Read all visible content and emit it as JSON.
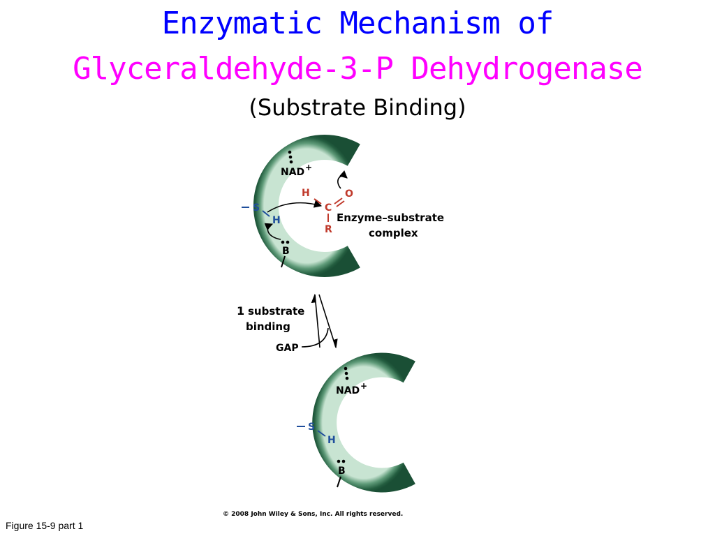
{
  "title": {
    "line1": "Enzymatic Mechanism of",
    "line2": "Glyceraldehyde-3-P Dehydrogenase",
    "subtitle": "(Substrate Binding)"
  },
  "top_enzyme": {
    "nad": "NAD",
    "plus": "+",
    "s": "S",
    "h_thiol": "H",
    "b": "B",
    "sub_h": "H",
    "sub_c": "C",
    "sub_o": "O",
    "sub_r": "R",
    "complex_line1": "Enzyme–substrate",
    "complex_line2": "complex"
  },
  "step": {
    "number": "1",
    "line1": "substrate",
    "line2": "binding",
    "gap": "GAP"
  },
  "bottom_enzyme": {
    "nad": "NAD",
    "plus": "+",
    "s": "S",
    "h_thiol": "H",
    "b": "B"
  },
  "copyright": "© 2008 John Wiley & Sons, Inc. All rights reserved.",
  "figure_label": "Figure 15-9 part 1",
  "colors": {
    "title_line1": "#0000ff",
    "title_line2": "#ff00ff",
    "enzyme_dark": "#1e5a3c",
    "enzyme_light": "#c8e4d2",
    "residue_blue": "#1f4e9c",
    "substrate_red": "#c0392b"
  }
}
